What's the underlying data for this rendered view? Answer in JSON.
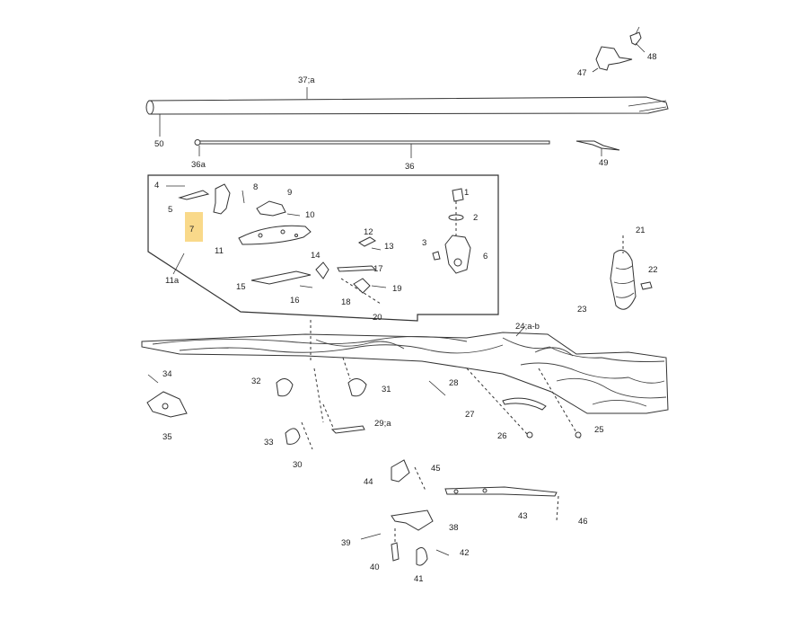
{
  "labels": {
    "p1": "1",
    "p2": "2",
    "p3": "3",
    "p4": "4",
    "p5": "5",
    "p6": "6",
    "p7": "7",
    "p8": "8",
    "p9": "9",
    "p10": "10",
    "p11": "11",
    "p11a": "11a",
    "p12": "12",
    "p13": "13",
    "p14": "14",
    "p15": "15",
    "p16": "16",
    "p17": "17",
    "p18": "18",
    "p19": "19",
    "p20": "20",
    "p21": "21",
    "p22": "22",
    "p23": "23",
    "p24": "24;a-b",
    "p25": "25",
    "p26": "26",
    "p27": "27",
    "p28": "28",
    "p29": "29;a",
    "p30": "30",
    "p31": "31",
    "p32": "32",
    "p33": "33",
    "p34": "34",
    "p35": "35",
    "p36": "36",
    "p36a": "36a",
    "p37": "37;a",
    "p38": "38",
    "p39": "39",
    "p40": "40",
    "p41": "41",
    "p42": "42",
    "p43": "43",
    "p44": "44",
    "p45": "45",
    "p46": "46",
    "p47": "47",
    "p48": "48",
    "p49": "49",
    "p50": "50"
  },
  "highlight": {
    "label": "p7",
    "color": "#f9d98a"
  }
}
